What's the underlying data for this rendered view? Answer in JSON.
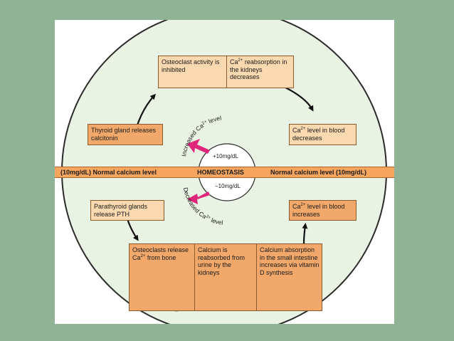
{
  "colors": {
    "background": "#8fb394",
    "box_light": "#fbd9b0",
    "box_dark": "#f2a86a",
    "band": "#f6a55f",
    "circle_fill": "#e9f3e3",
    "arrow_pink": "#e0267a"
  },
  "icons": [
    "bone-icon",
    "kidney-icon"
  ],
  "band": {
    "left_label": "(10mg/dL) Normal calcium level",
    "center_label": "HOMEOSTASIS",
    "right_label": "Normal calcium level (10mg/dL)"
  },
  "center": {
    "plus_level": "+10mg/dL",
    "minus_level": "−10mg/dL",
    "increased_label": "Increased Ca",
    "decreased_label": "Decreased Ca",
    "charge": "2+",
    "level_word": " level"
  },
  "boxes": {
    "top_left": "Osteoclast activity is inhibited",
    "top_right": {
      "pre": "Ca",
      "sup": "2+",
      "post": " reabsorption in the kidneys decreases"
    },
    "right_top": {
      "pre": "Ca",
      "sup": "2+",
      "post": " level in blood decreases"
    },
    "thyroid": "Thyroid gland releases calcitonin",
    "parathyroid": "Parathyroid glands release PTH",
    "right_bottom": {
      "pre": "Ca",
      "sup": "2+",
      "post": " level in blood increases"
    },
    "bottom_1": {
      "pre": "Osteoclasts release Ca",
      "sup": "2+",
      "post": " from bone"
    },
    "bottom_2": "Calcium is reabsorbed from urine by the kidneys",
    "bottom_3": "Calcium absorption in the small intestine increases via vitamin D synthesis"
  }
}
